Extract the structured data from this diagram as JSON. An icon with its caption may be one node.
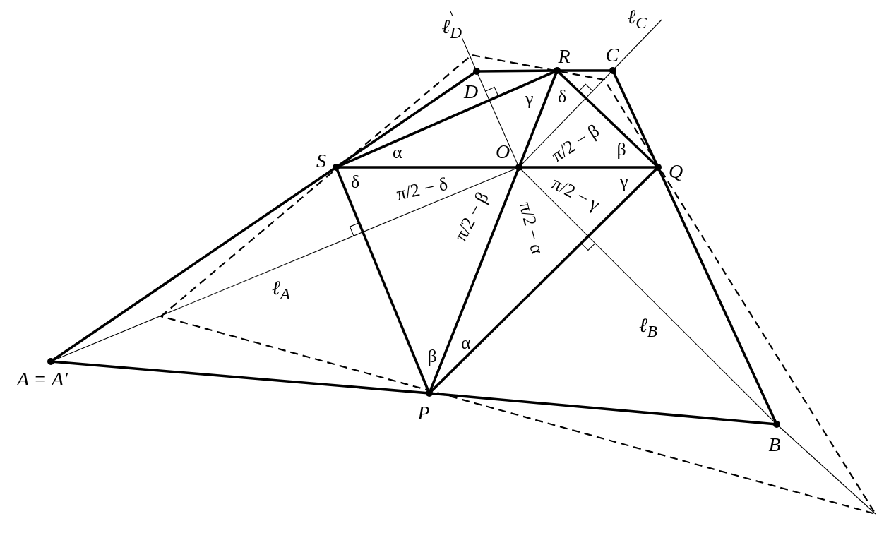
{
  "diagram": {
    "nodes": [
      {
        "text": [
          "D"
        ]
      },
      {
        "text": [
          "R"
        ]
      },
      {
        "text": [
          "C"
        ]
      },
      {
        "text": [
          "S"
        ]
      },
      {
        "text": [
          "O"
        ]
      },
      {
        "text": [
          "Q"
        ]
      },
      {
        "text": [
          "A = A′"
        ]
      },
      {
        "text": [
          "P"
        ]
      },
      {
        "text": [
          "B"
        ]
      }
    ],
    "edges": [
      {
        "from": 6,
        "to": 3,
        "arrow": "none"
      },
      {
        "from": 3,
        "to": 0,
        "arrow": "none"
      },
      {
        "from": 0,
        "to": 1,
        "arrow": "none"
      },
      {
        "from": 1,
        "to": 2,
        "arrow": "none"
      },
      {
        "from": 2,
        "to": 5,
        "arrow": "none"
      },
      {
        "from": 5,
        "to": 8,
        "arrow": "none"
      },
      {
        "from": 8,
        "to": 7,
        "arrow": "none"
      },
      {
        "from": 7,
        "to": 6,
        "arrow": "none"
      },
      {
        "from": 7,
        "to": 5,
        "arrow": "none"
      },
      {
        "from": 5,
        "to": 1,
        "arrow": "none"
      },
      {
        "from": 1,
        "to": 3,
        "arrow": "none"
      },
      {
        "from": 3,
        "to": 7,
        "arrow": "none"
      },
      {
        "from": 3,
        "to": 4,
        "arrow": "none"
      },
      {
        "from": 4,
        "to": 5,
        "arrow": "none"
      },
      {
        "from": 1,
        "to": 4,
        "arrow": "none"
      },
      {
        "from": 4,
        "to": 7,
        "arrow": "none"
      },
      {
        "from": 6,
        "to": 4,
        "arrow": "none",
        "label": "ℓ$_{A}$"
      },
      {
        "from": 4,
        "to": 8,
        "arrow": "none",
        "label": "ℓ$_{B}$"
      },
      {
        "from": 4,
        "to": null,
        "arrow": "none",
        "label": "ℓ$_{C}$"
      },
      {
        "from": 4,
        "to": 0,
        "arrow": "none",
        "label": "ℓ$_{D}$"
      }
    ],
    "labels": [
      "γ",
      "δ",
      "α",
      "π/2 − β",
      "β",
      "δ",
      "π/2 − δ",
      "π/2 − γ",
      "γ",
      "π/2 − β",
      "π/2 − α",
      "β",
      "α"
    ]
  }
}
